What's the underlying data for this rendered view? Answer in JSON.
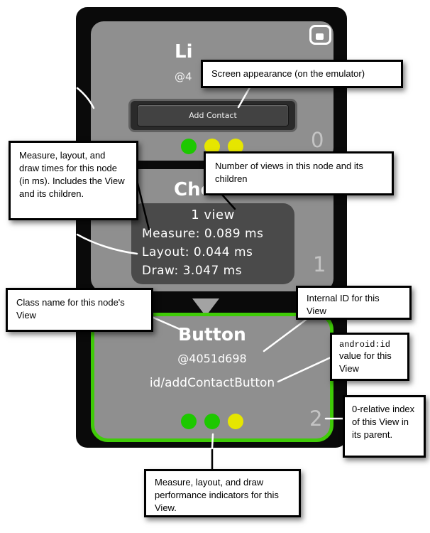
{
  "icons": {
    "window": "window-icon"
  },
  "viewer": {
    "node_top": {
      "title": "Li",
      "internal_id": "@4",
      "preview_button_label": "Add Contact",
      "child_index": "0",
      "indicators": [
        "green",
        "yellow",
        "yellow"
      ]
    },
    "node_middle": {
      "title": "Che",
      "child_index": "1"
    },
    "tooltip": {
      "view_count": "1 view",
      "measure": "Measure: 0.089 ms",
      "layout": "Layout: 0.044 ms",
      "draw": "Draw: 3.047 ms"
    },
    "node_selected": {
      "class_name": "Button",
      "internal_id": "@4051d698",
      "android_id": "id/addContactButton",
      "child_index": "2",
      "indicators": [
        "green",
        "green",
        "yellow"
      ]
    }
  },
  "callouts": {
    "screen_appearance": "Screen appearance (on the emulator)",
    "measure_times": "Measure, layout, and draw times for this node (in ms). Includes the View and its children.",
    "view_count": "Number of views in this node and its children",
    "class_name": "Class name for this node's View",
    "internal_id": "Internal ID for this View",
    "android_id_code": "android:id",
    "android_id_rest": "value for this View",
    "child_index": "0-relative index of this View in its parent.",
    "indicators": "Measure, layout, and draw performance indicators for this View."
  },
  "colors": {
    "selected_border": "#3fcb07",
    "indicator_green": "#1dc800",
    "indicator_yellow": "#e6e600",
    "node_gray": "#8f8f8f",
    "tooltip_gray": "#4a4a4a",
    "panel_black": "#0a0a0a"
  }
}
